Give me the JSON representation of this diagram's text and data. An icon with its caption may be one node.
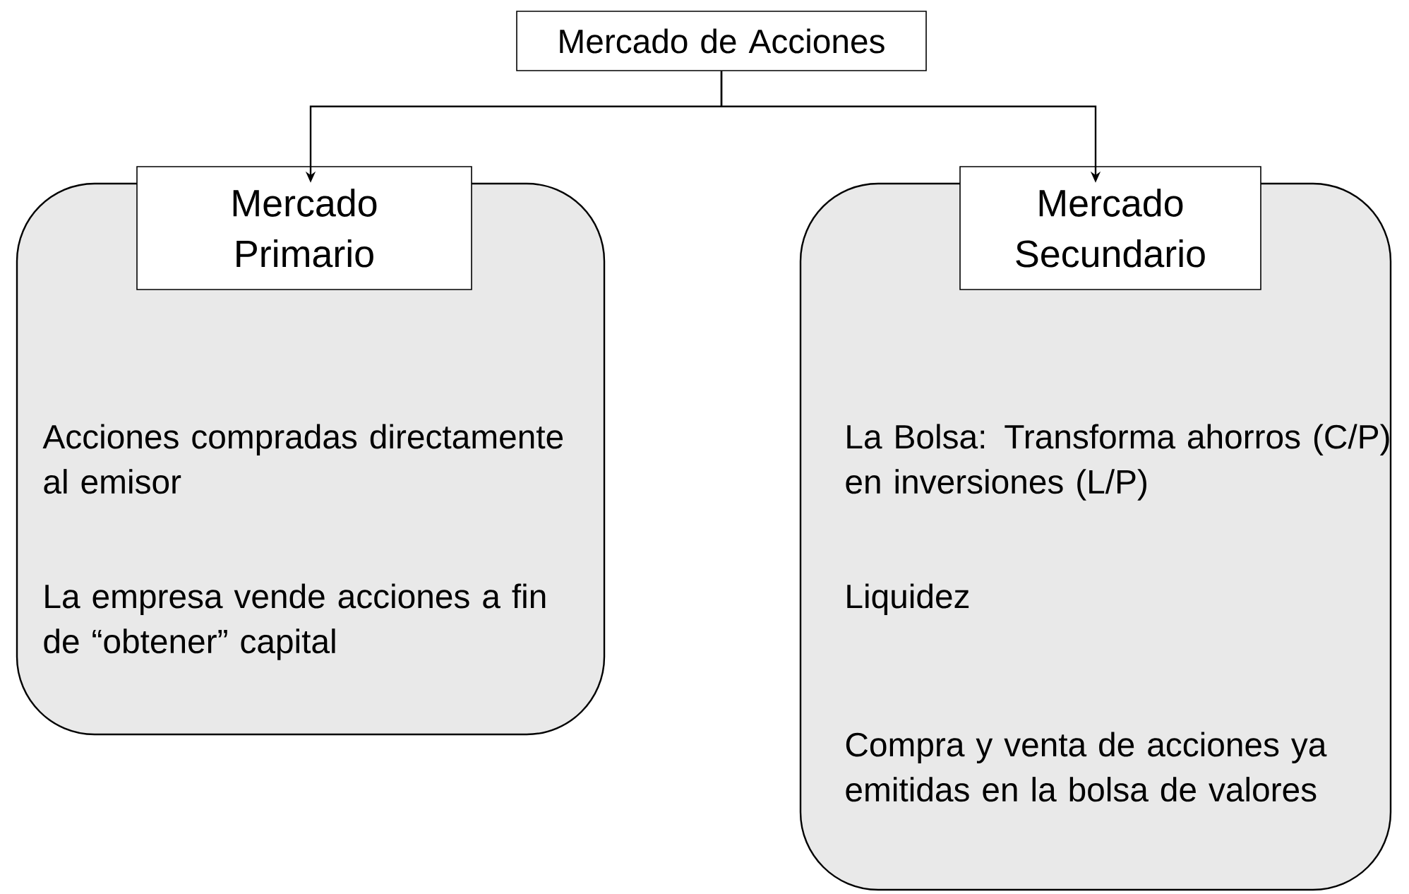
{
  "diagram": {
    "nodes": [
      {
        "text": [
          "Mercado de Acciones"
        ]
      },
      {
        "text": [
          "Acciones compradas directamente al emisor",
          "La empresa vende acciones a fin de “obtener” capital"
        ]
      },
      {
        "text": [
          "Mercado Primario"
        ]
      },
      {
        "text": [
          "La Bolsa: Transforma ahorros (C/P)  en inversiones (L/P)",
          "Liquidez",
          "Compra y venta de acciones ya emitidas en la bolsa de valores"
        ]
      },
      {
        "text": [
          "Mercado Secundario"
        ]
      }
    ],
    "edges": [
      {
        "from": 0,
        "to": 1,
        "arrow": "to"
      },
      {
        "from": 0,
        "to": 3,
        "arrow": "to"
      }
    ]
  }
}
